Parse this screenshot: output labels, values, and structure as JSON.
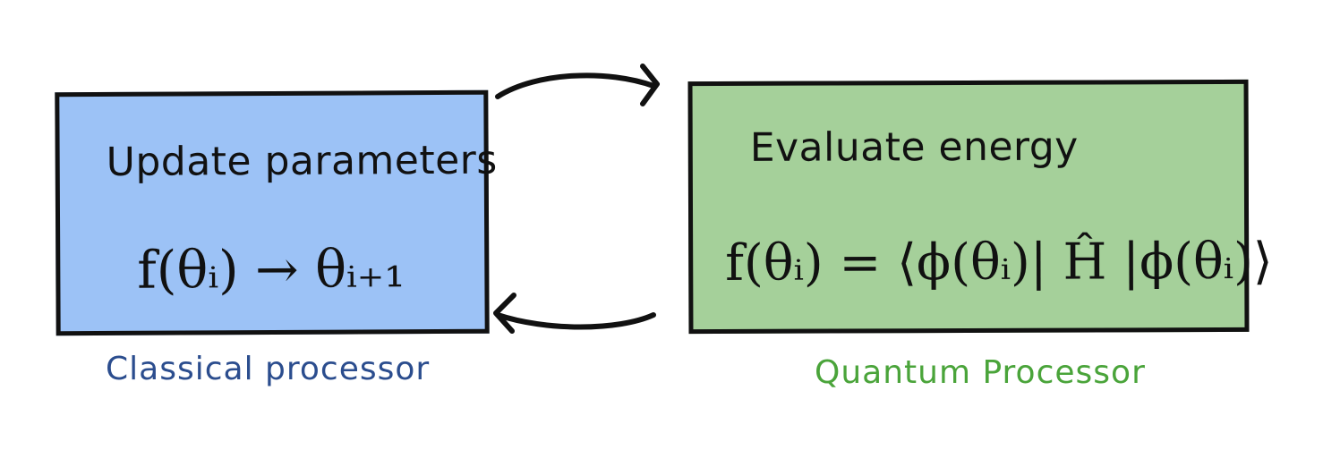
{
  "colors": {
    "classical_fill": "#9cc2f6",
    "quantum_fill": "#a5d09a",
    "outline": "#111111",
    "classical_caption": "#2b4d8e",
    "quantum_caption": "#4aa43a"
  },
  "classical": {
    "title": "Update parameters",
    "formula": "f(θᵢ) → θᵢ₊₁",
    "caption": "Classical processor"
  },
  "quantum": {
    "title": "Evaluate energy",
    "formula": "f(θᵢ) = ⟨ϕ(θᵢ)| Ĥ |ϕ(θᵢ)⟩",
    "caption": "Quantum Processor"
  },
  "arrows": {
    "top": "arrow-right",
    "bottom": "arrow-left"
  }
}
